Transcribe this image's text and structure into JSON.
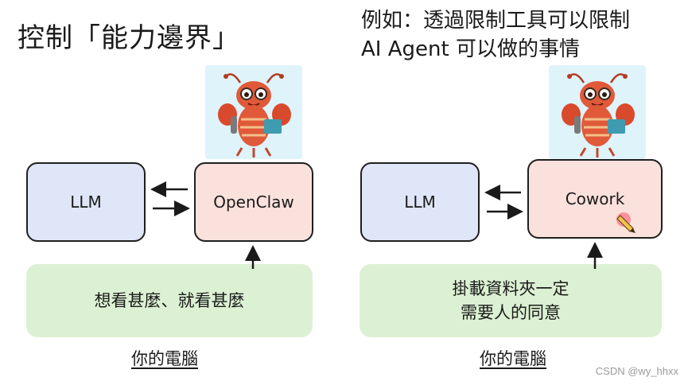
{
  "left": {
    "title": "控制「能力邊界」",
    "llm_label": "LLM",
    "agent_label": "OpenClaw",
    "pc_text": [
      "想看甚麼、就看甚麼"
    ],
    "pc_label": "你的電腦"
  },
  "right": {
    "title_line1": "例如：透過限制工具可以限制",
    "title_line2": "AI Agent 可以做的事情",
    "llm_label": "LLM",
    "agent_label": "Cowork",
    "pc_text": [
      "掛載資料夾一定",
      "需要人的同意"
    ],
    "pc_label": "你的電腦"
  },
  "watermark": "CSDN @wy_hhxx",
  "colors": {
    "llm_fill": "#dfe6f8",
    "agent_fill": "#fbe1db",
    "pc_fill": "#dcf1d3",
    "mascot_bg": "#dff3fb",
    "lobster": "#e05a3a"
  }
}
